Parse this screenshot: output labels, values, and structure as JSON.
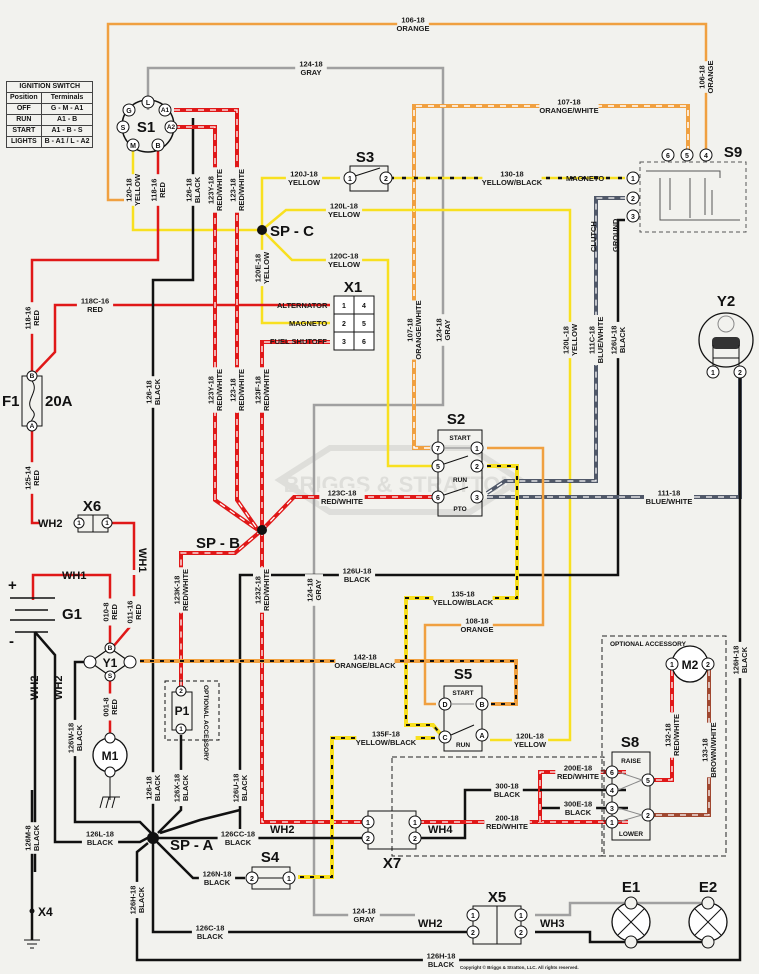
{
  "ignition_table": {
    "title": "IGNITION SWITCH",
    "headers": [
      "Position",
      "Terminals"
    ],
    "rows": [
      {
        "position": "OFF",
        "terminals": "G - M - A1"
      },
      {
        "position": "RUN",
        "terminals": "A1 - B"
      },
      {
        "position": "START",
        "terminals": "A1 - B - S"
      },
      {
        "position": "LIGHTS",
        "terminals": "B - A1 / L - A2"
      }
    ]
  },
  "components": {
    "S1": "S1",
    "S2": "S2",
    "S3": "S3",
    "S4": "S4",
    "S5": "S5",
    "S8": "S8",
    "S9": "S9",
    "X1": "X1",
    "X4": "X4",
    "X5": "X5",
    "X6": "X6",
    "X7": "X7",
    "F1": "F1",
    "F1_rating": "20A",
    "G1": "G1",
    "Y1": "Y1",
    "Y2": "Y2",
    "M1": "M1",
    "M2": "M2",
    "P1": "P1",
    "E1": "E1",
    "E2": "E2",
    "SPA": "SP - A",
    "SPB": "SP - B",
    "SPC": "SP - C"
  },
  "s1_terminals": [
    "G",
    "L",
    "A1",
    "A2",
    "B",
    "M",
    "S"
  ],
  "switch_labels": {
    "start": "START",
    "run": "RUN",
    "pto": "PTO",
    "raise": "RAISE",
    "lower": "LOWER"
  },
  "x1_pins": [
    "1",
    "4",
    "2",
    "5",
    "3",
    "6"
  ],
  "x1_labels": {
    "alternator": "ALTERNATOR",
    "magneto": "MAGNETO",
    "fuel_shutoff": "FUEL SHUTOFF"
  },
  "s9_labels": {
    "magneto": "MAGNETO",
    "clutch": "CLUTCH",
    "ground": "GROUND"
  },
  "optional_accessory": "OPTIONAL ACCESSORY",
  "harness": {
    "wh1": "WH1",
    "wh2": "WH2",
    "wh3": "WH3",
    "wh4": "WH4"
  },
  "battery": {
    "plus": "+",
    "minus": "-"
  },
  "wires": [
    {
      "id": "106-18",
      "color": "ORANGE"
    },
    {
      "id": "124-18",
      "color": "GRAY"
    },
    {
      "id": "107-18",
      "color": "ORANGE/WHITE"
    },
    {
      "id": "120J-18",
      "color": "YELLOW"
    },
    {
      "id": "130-18",
      "color": "YELLOW/BLACK"
    },
    {
      "id": "120L-18",
      "color": "YELLOW"
    },
    {
      "id": "120C-18",
      "color": "YELLOW"
    },
    {
      "id": "120E-18",
      "color": "YELLOW"
    },
    {
      "id": "120-18",
      "color": "YELLOW"
    },
    {
      "id": "118-16",
      "color": "RED"
    },
    {
      "id": "126-18",
      "color": "BLACK"
    },
    {
      "id": "123Y-18",
      "color": "RED/WHITE"
    },
    {
      "id": "123-18",
      "color": "RED/WHITE"
    },
    {
      "id": "123F-18",
      "color": "RED/WHITE"
    },
    {
      "id": "118C-16",
      "color": "RED"
    },
    {
      "id": "125-14",
      "color": "RED"
    },
    {
      "id": "111C-18",
      "color": "BLUE/WHITE"
    },
    {
      "id": "126U-18",
      "color": "BLACK"
    },
    {
      "id": "123C-18",
      "color": "RED/WHITE"
    },
    {
      "id": "111-18",
      "color": "BLUE/WHITE"
    },
    {
      "id": "135-18",
      "color": "YELLOW/BLACK"
    },
    {
      "id": "108-18",
      "color": "ORANGE"
    },
    {
      "id": "142-18",
      "color": "ORANGE/BLACK"
    },
    {
      "id": "010-8",
      "color": "RED"
    },
    {
      "id": "011-16",
      "color": "RED"
    },
    {
      "id": "123K-18",
      "color": "RED/WHITE"
    },
    {
      "id": "123Z-18",
      "color": "RED/WHITE"
    },
    {
      "id": "001-8",
      "color": "RED"
    },
    {
      "id": "126W-18",
      "color": "BLACK"
    },
    {
      "id": "126X-18",
      "color": "BLACK"
    },
    {
      "id": "135F-18",
      "color": "YELLOW/BLACK"
    },
    {
      "id": "126H-18",
      "color": "BLACK"
    },
    {
      "id": "132-18",
      "color": "RED/WHITE"
    },
    {
      "id": "133-18",
      "color": "BROWN/WHITE"
    },
    {
      "id": "200E-18",
      "color": "RED/WHITE"
    },
    {
      "id": "300-18",
      "color": "BLACK"
    },
    {
      "id": "300E-18",
      "color": "BLACK"
    },
    {
      "id": "200-18",
      "color": "RED/WHITE"
    },
    {
      "id": "126M-8",
      "color": "BLACK"
    },
    {
      "id": "126L-18",
      "color": "BLACK"
    },
    {
      "id": "126CC-18",
      "color": "BLACK"
    },
    {
      "id": "126N-18",
      "color": "BLACK"
    },
    {
      "id": "126C-18",
      "color": "BLACK"
    }
  ],
  "watermark": "BRIGGS & STRATTON",
  "copyright": "Copyright © Briggs & Stratton, LLC. All rights reserved.",
  "colors": {
    "background": "#f2f2ee",
    "orange": "#f0a040",
    "gray": "#a0a0a0",
    "yellow": "#f8e020",
    "red": "#e01818",
    "black": "#111111",
    "blue": "#505868",
    "brown": "#a04830"
  }
}
